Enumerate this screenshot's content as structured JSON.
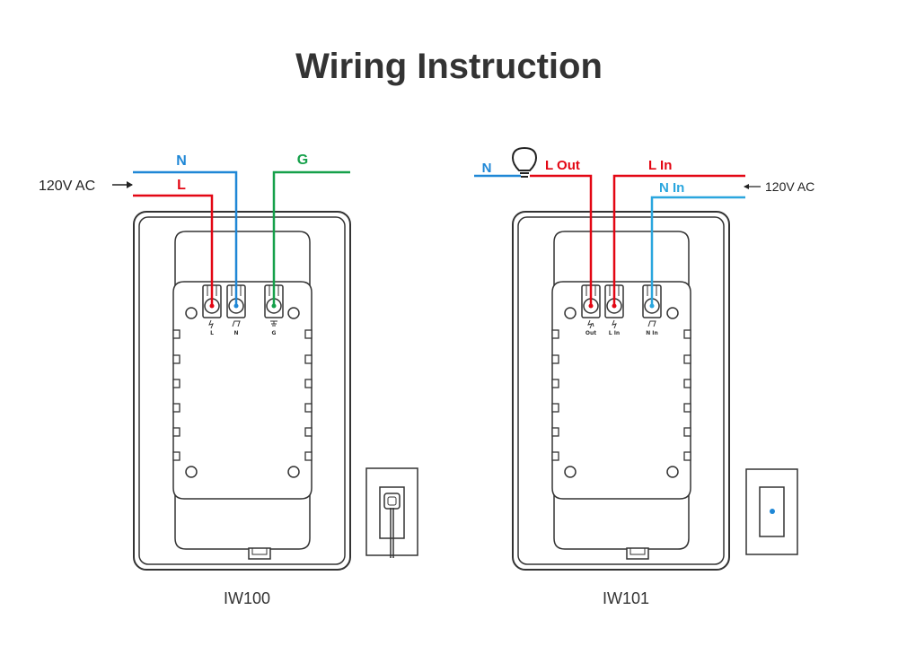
{
  "title": "Wiring Instruction",
  "colors": {
    "live": "#e30613",
    "neutral": "#1f87d6",
    "ground": "#15a04a",
    "outline": "#333333"
  },
  "iw100": {
    "model": "IW100",
    "supply": "120V AC",
    "wire_n": "N",
    "wire_l": "L",
    "wire_g": "G",
    "term_l": "L",
    "term_n": "N",
    "term_g": "G"
  },
  "iw101": {
    "model": "IW101",
    "supply": "120V AC",
    "wire_n": "N",
    "wire_l_out": "L Out",
    "wire_l_in": "L In",
    "wire_n_in": "N In",
    "term_out": "Out",
    "term_l_in": "L In",
    "term_n_in": "N In",
    "lamp_icon": "light-bulb-icon"
  }
}
